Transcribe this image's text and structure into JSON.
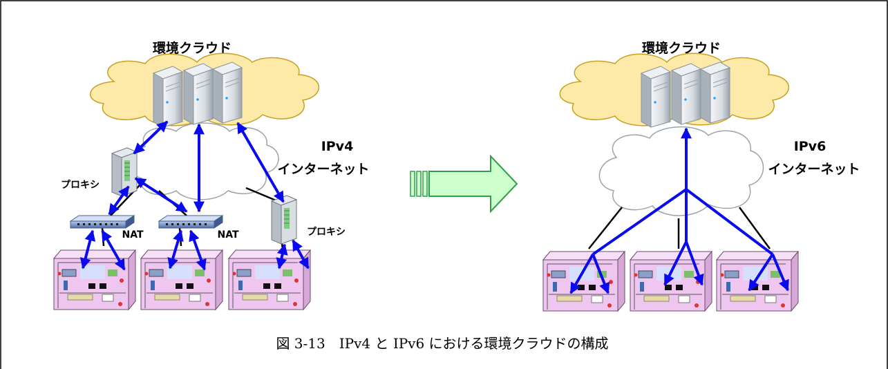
{
  "left": {
    "cloud_title": "環境クラウド",
    "internet_line1": "IPv4",
    "internet_line2": "インターネット",
    "proxy_label_a": "プロキシ",
    "proxy_label_b": "プロキシ",
    "nat_label_a": "NAT",
    "nat_label_b": "NAT"
  },
  "right": {
    "cloud_title": "環境クラウド",
    "internet_line1": "IPv6",
    "internet_line2": "インターネット"
  },
  "caption": "図 3-13　IPv4 と IPv6 における環境クラウドの構成",
  "colors": {
    "arrow_blue": "#0a0aee",
    "env_cloud_fill": "#fde9a8",
    "env_cloud_stroke": "#c8a020",
    "house_fill": "#efc6ef",
    "transition_arrow_fill": "#ccffcc",
    "transition_arrow_stroke": "#2e9e4a"
  }
}
